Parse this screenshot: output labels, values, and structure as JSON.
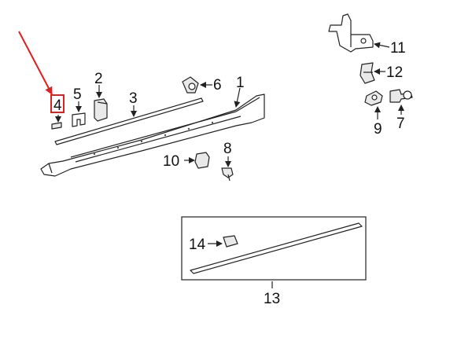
{
  "labels": {
    "p1": "1",
    "p2": "2",
    "p3": "3",
    "p4": "4",
    "p5": "5",
    "p6": "6",
    "p7": "7",
    "p8": "8",
    "p9": "9",
    "p10": "10",
    "p11": "11",
    "p12": "12",
    "p13": "13",
    "p14": "14"
  },
  "colors": {
    "highlight": "#e02020",
    "ink": "#222222"
  },
  "highlighted_part": "4"
}
